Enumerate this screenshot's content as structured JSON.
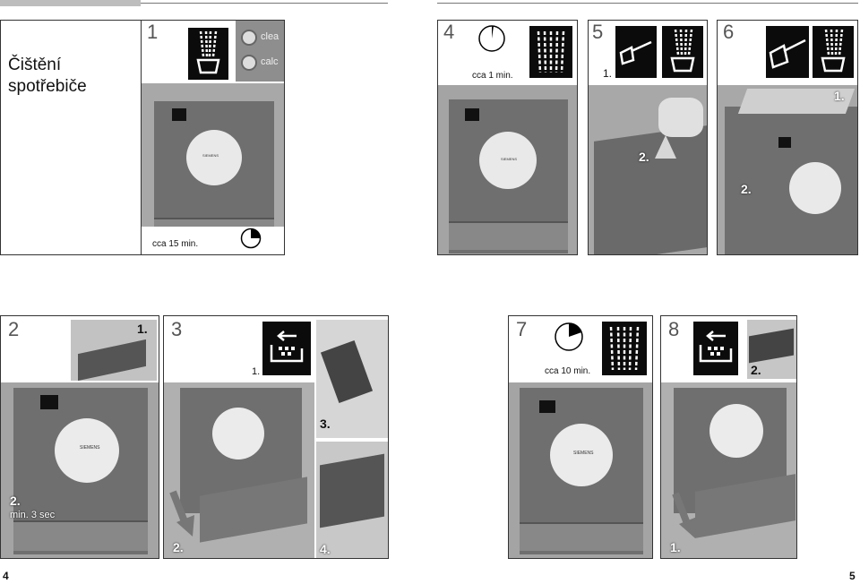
{
  "title": "Čištění spotřebiče",
  "page_left": "4",
  "page_right": "5",
  "steps": [
    {
      "num": "1",
      "button_labels": [
        "clea",
        "calc"
      ],
      "time_label": "cca 15 min.",
      "brand": "SIEMENS"
    },
    {
      "num": "4",
      "time_label": "cca 1 min.",
      "brand": "SIEMENS"
    },
    {
      "num": "5",
      "sub1": "1.",
      "sub2": "2."
    },
    {
      "num": "6",
      "sub1": "1.",
      "sub2": "2."
    },
    {
      "num": "2",
      "sub1": "1.",
      "sub2": "2.",
      "hold": "min. 3 sec",
      "brand": "SIEMENS"
    },
    {
      "num": "3",
      "sub1": "1.",
      "sub2": "2.",
      "sub3": "3.",
      "sub4": "4."
    },
    {
      "num": "7",
      "time_label": "cca 10 min.",
      "brand": "SIEMENS"
    },
    {
      "num": "8",
      "sub1": "1.",
      "sub2": "2."
    }
  ],
  "colors": {
    "icon_bg": "#0b0b0b",
    "photo_bg": "#9a9a9a",
    "machine": "#6f6f6f",
    "title_bar": "#bdbdbd"
  }
}
